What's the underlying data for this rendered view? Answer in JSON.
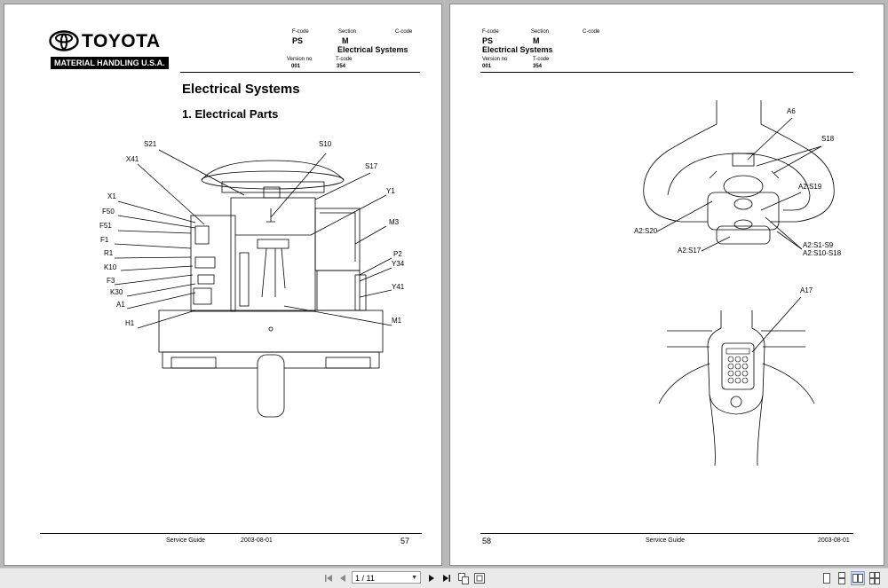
{
  "pages": [
    {
      "fcode_label": "F-code",
      "fcode": "PS",
      "section_label": "Section",
      "section": "M",
      "section_title": "Electrical Systems",
      "ccode_label": "C-code",
      "version_label": "Version no",
      "version": "001",
      "tcode_label": "T-code",
      "tcode": "354",
      "logo_word": "TOYOTA",
      "logo_sub": "MATERIAL HANDLING U.S.A.",
      "title": "Electrical Systems",
      "subtitle": "1. Electrical Parts",
      "footer_doc": "Service Guide",
      "footer_date": "2003-08-01",
      "page_number": "57",
      "callouts": [
        "S21",
        "X41",
        "S10",
        "S17",
        "Y1",
        "X1",
        "F50",
        "F51",
        "M3",
        "F1",
        "R1",
        "K10",
        "F3",
        "K30",
        "A1",
        "H1",
        "P2",
        "Y34",
        "Y41",
        "M1"
      ]
    },
    {
      "fcode_label": "F-code",
      "fcode": "PS",
      "section_label": "Section",
      "section": "M",
      "section_title": "Electrical Systems",
      "ccode_label": "C-code",
      "version_label": "Version no",
      "version": "001",
      "tcode_label": "T-code",
      "tcode": "354",
      "footer_doc": "Service Guide",
      "footer_date": "2003-08-01",
      "page_number": "58",
      "callouts": [
        "A6",
        "S18",
        "A2:S19",
        "A2:S20",
        "A2:S17",
        "A2:S1-S9",
        "A2:S10-S18",
        "A17"
      ]
    }
  ],
  "toolbar": {
    "page_indicator": "1 / 11",
    "icons": [
      "first-page-icon",
      "prev-page-icon",
      "next-page-icon",
      "last-page-icon",
      "copy-icon",
      "fit-page-icon",
      "single-page-icon",
      "continuous-page-icon",
      "facing-page-icon",
      "facing-continuous-icon"
    ]
  },
  "colors": {
    "background": "#b9b9b9",
    "page": "#ffffff",
    "toolbar": "#eaeaea"
  }
}
